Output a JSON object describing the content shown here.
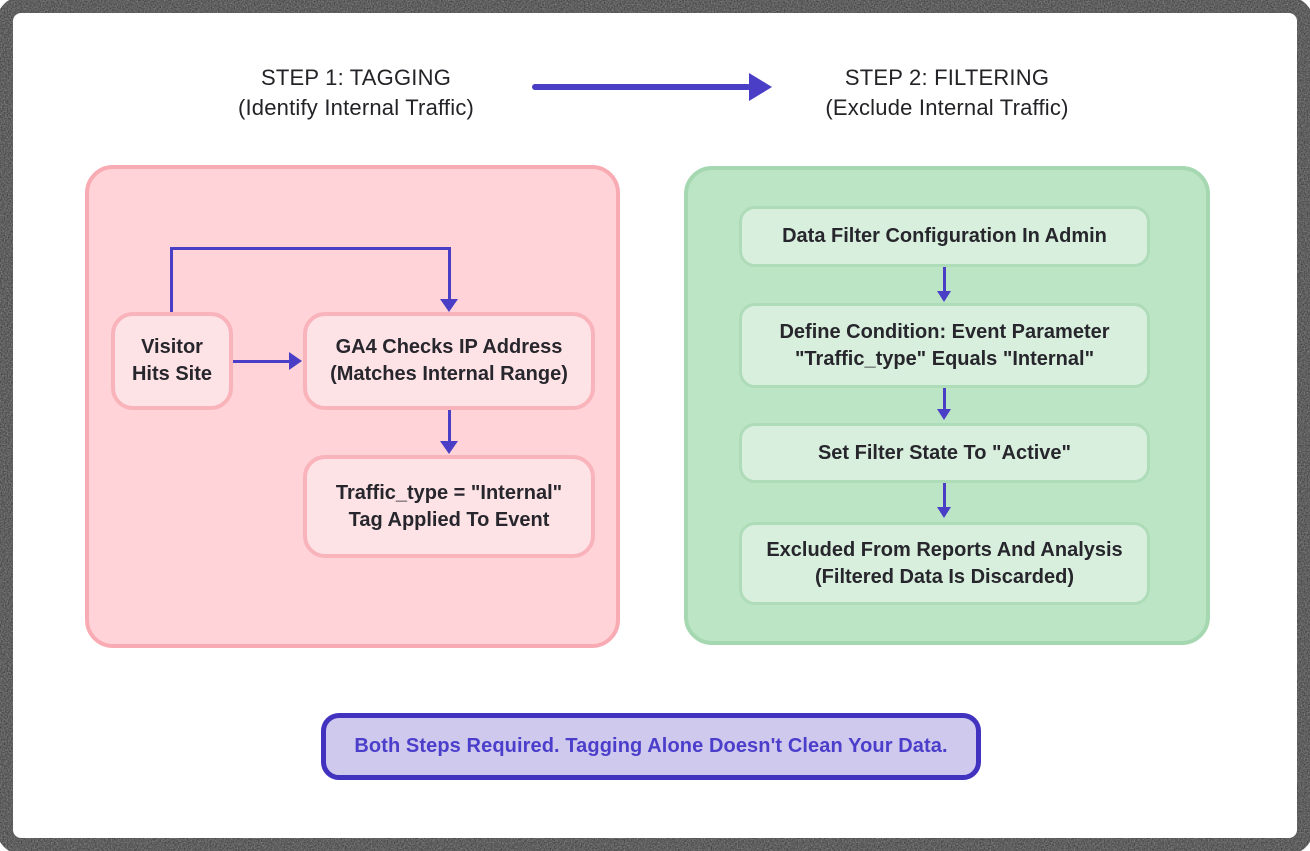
{
  "colors": {
    "accent_indigo": "#4a3ec6",
    "step1_panel_fill": "#ffd3d7",
    "step1_panel_border": "#f9abb4",
    "step1_node_fill": "#fde3e6",
    "step2_panel_fill": "#bce5c6",
    "step2_panel_border": "#a5d8b0",
    "step2_node_fill": "#d9efdd",
    "footer_fill": "#cfc9ed",
    "footer_border": "#4132bf",
    "footer_text": "#4b3ecb",
    "text_dark": "#26262c"
  },
  "step1": {
    "title": "STEP 1: TAGGING\n(Identify Internal Traffic)",
    "nodes": {
      "visitor": "Visitor\nHits Site",
      "ga4_check": "GA4 Checks IP Address\n(Matches Internal Range)",
      "tag_applied": "Traffic_type = \"Internal\"\nTag Applied To Event"
    }
  },
  "step2": {
    "title": "STEP 2: FILTERING\n(Exclude Internal Traffic)",
    "nodes": {
      "admin_config": "Data Filter Configuration In Admin",
      "define_condition": "Define Condition: Event Parameter\n\"Traffic_type\" Equals \"Internal\"",
      "set_active": "Set Filter State To \"Active\"",
      "excluded": "Excluded From Reports And Analysis\n(Filtered Data Is Discarded)"
    }
  },
  "footer": {
    "note": "Both Steps Required. Tagging Alone Doesn't Clean Your Data."
  }
}
